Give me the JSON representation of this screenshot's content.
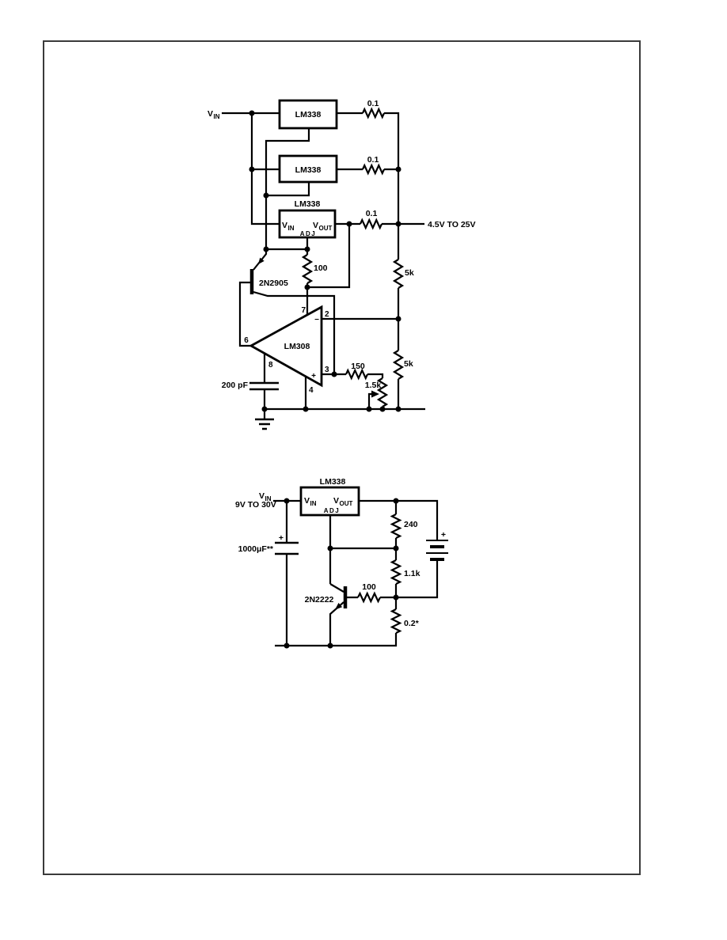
{
  "page": {
    "background": "#ffffff",
    "frame_color": "#3a3a3a",
    "ink_color": "#000000"
  },
  "circuit1": {
    "input_v": "V",
    "input_v_sub": "IN",
    "reg1_label": "LM338",
    "reg2_label": "LM338",
    "reg3_label": "LM338",
    "reg3_vin": "V",
    "reg3_vin_sub": "IN",
    "reg3_vout": "V",
    "reg3_vout_sub": "OUT",
    "reg3_adj": "ADJ",
    "r_top1": "0.1",
    "r_top2": "0.1",
    "r_top3": "0.1",
    "output_label": "4.5V TO 25V",
    "r_100": "100",
    "transistor": "2N2905",
    "r_5k_upper": "5k",
    "r_5k_lower": "5k",
    "opamp_label": "LM308",
    "pin2": "2",
    "pin3": "3",
    "pin4": "4",
    "pin6": "6",
    "pin7": "7",
    "pin8": "8",
    "minus": "−",
    "plus": "+",
    "r_150": "150",
    "pot": "1.5k",
    "cap": "200 pF"
  },
  "circuit2": {
    "input_v": "V",
    "input_v_sub": "IN",
    "input_range": "9V TO 30V",
    "reg_label": "LM338",
    "vin": "V",
    "vin_sub": "IN",
    "vout": "V",
    "vout_sub": "OUT",
    "adj": "ADJ",
    "cap_plus": "+",
    "cap_label": "1000μF**",
    "battery_plus": "+",
    "r_240": "240",
    "r_1k1": "1.1k",
    "r_100": "100",
    "r_02": "0.2*",
    "transistor": "2N2222"
  }
}
